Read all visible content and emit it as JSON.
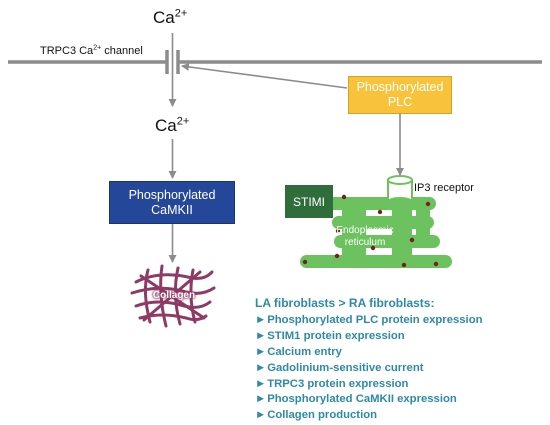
{
  "labels": {
    "ca_top_base": "Ca",
    "ca_top_sup": "2+",
    "ca_mid_base": "Ca",
    "ca_mid_sup": "2+",
    "channel_pre": "TRPC3 Ca",
    "channel_sup": "2+",
    "channel_post": " channel",
    "ip3_receptor": "IP3 receptor",
    "er_line1": "Endoplasmic",
    "er_line2": "reticulum",
    "collagen": "Collagen"
  },
  "boxes": {
    "plc_line1": "Phosphorylated",
    "plc_line2": "PLC",
    "camkii_line1": "Phosphorylated",
    "camkii_line2": "CaMKII",
    "stim": "STIMI"
  },
  "findings": {
    "title": "LA fibroblasts > RA fibroblasts:",
    "bullet": "►",
    "items": [
      "Phosphorylated PLC protein expression",
      "STIM1 protein expression",
      "Calcium entry",
      "Gadolinium-sensitive current",
      "TRPC3 protein expression",
      "Phosphorylated CaMKII expression",
      "Collagen production"
    ]
  },
  "colors": {
    "membrane": "#8c8c8c",
    "arrow": "#8c8c8c",
    "plc": "#f8c23a",
    "camkii": "#24479a",
    "stim": "#2f6d3a",
    "er": "#6cc25e",
    "er_dots": "#7a1f1f",
    "collagen": "#8e3a63",
    "findings_text": "#2d8aa8"
  }
}
